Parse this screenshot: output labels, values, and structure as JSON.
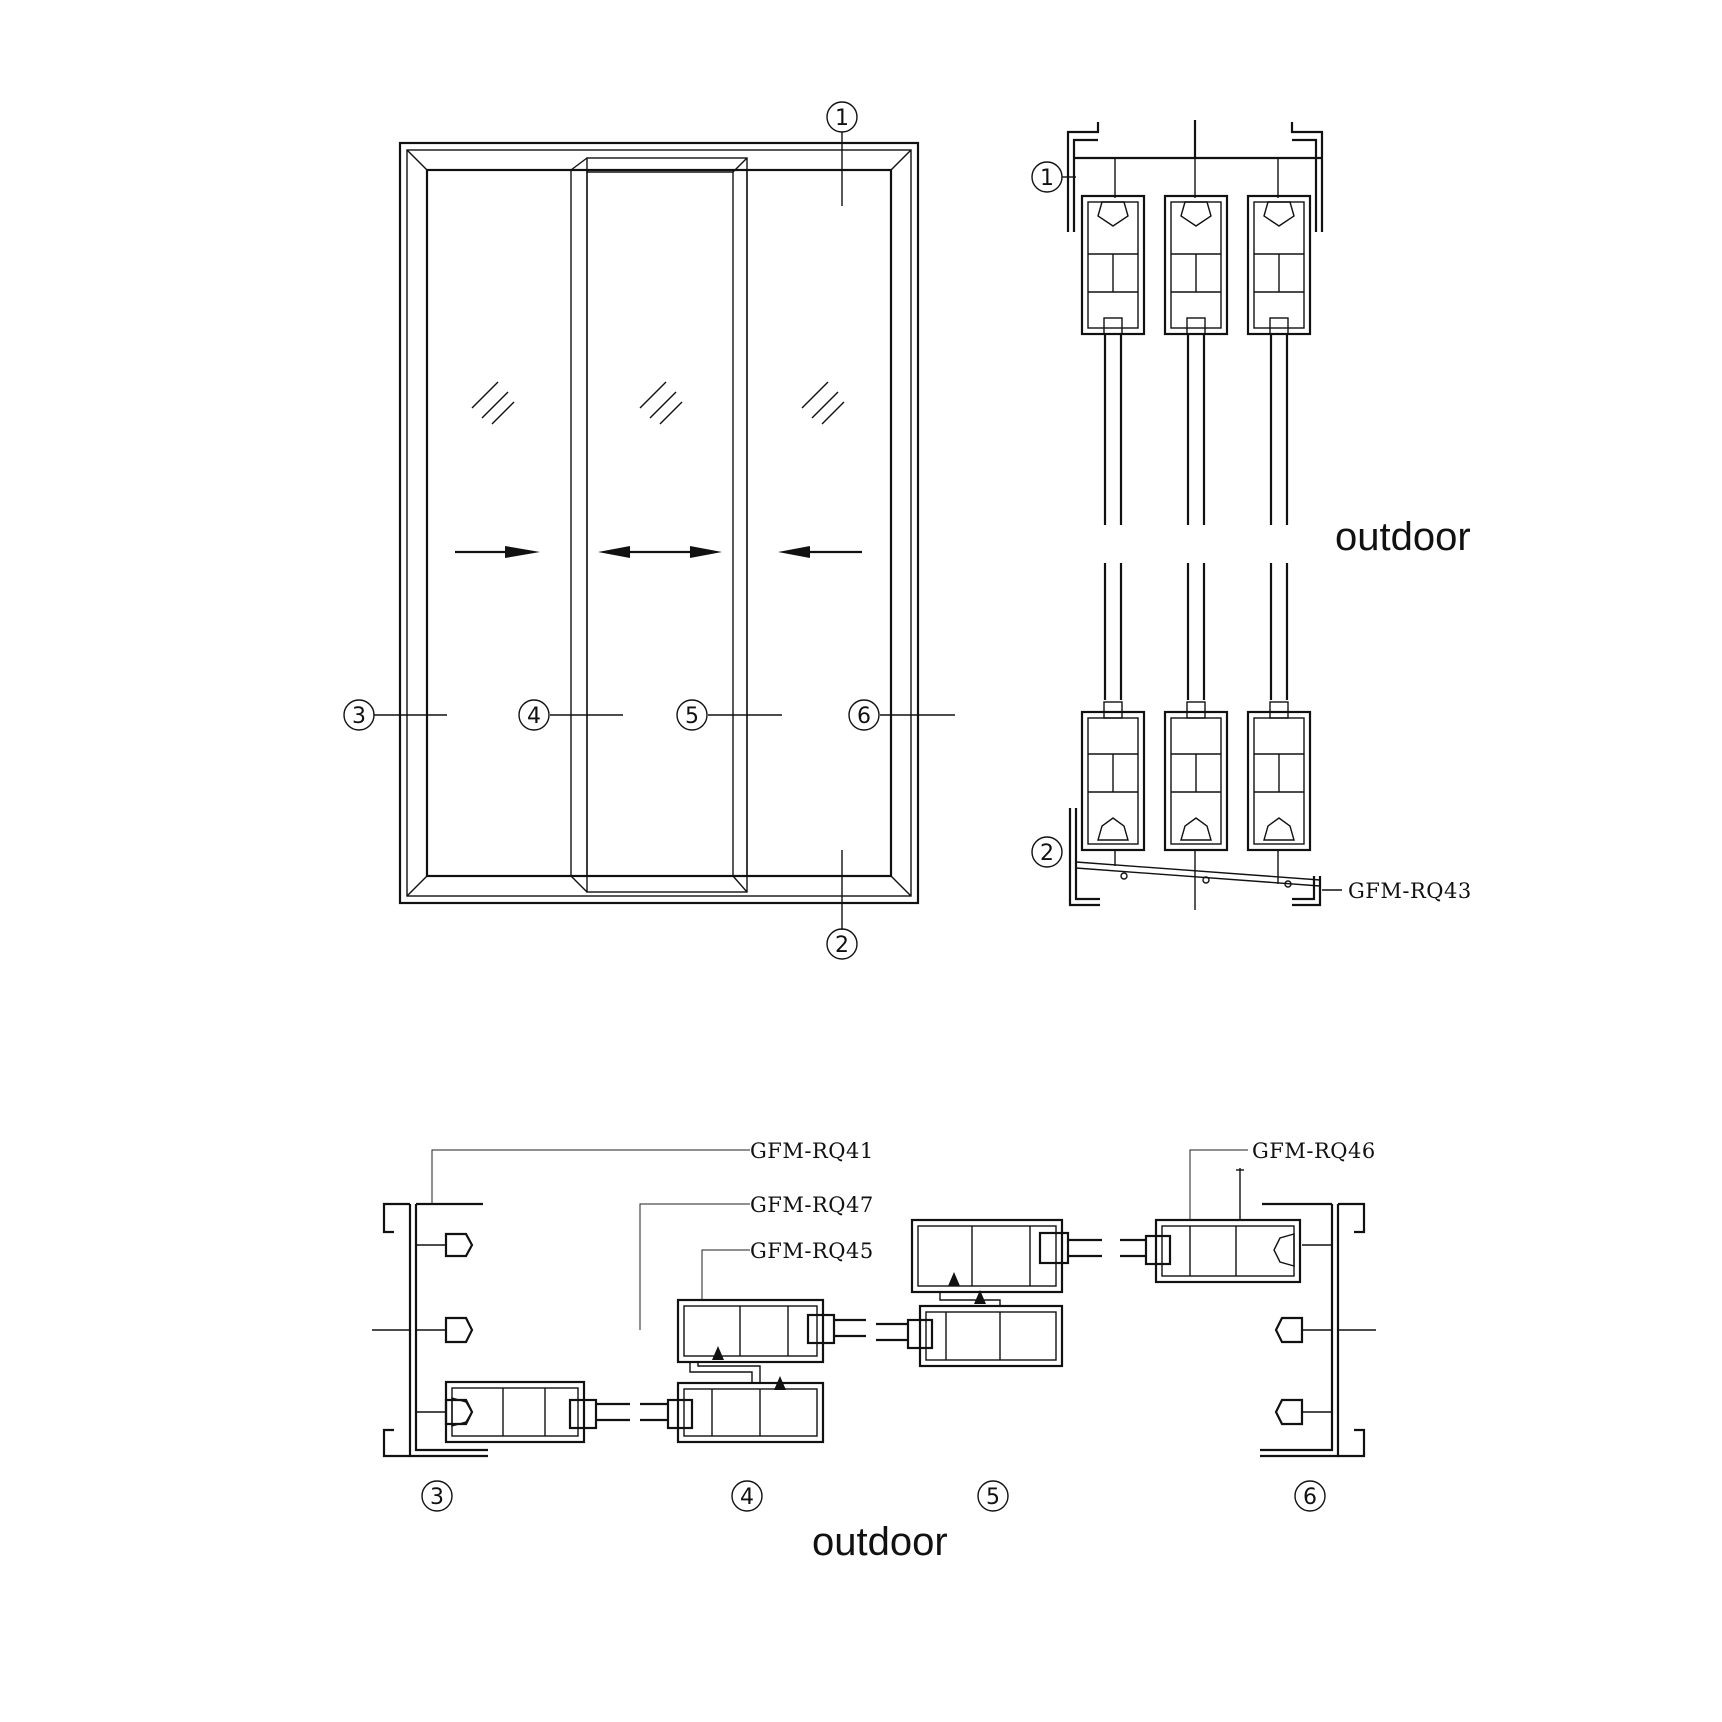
{
  "callouts": {
    "c1": "1",
    "c2": "2",
    "c3": "3",
    "c4": "4",
    "c5": "5",
    "c6": "6"
  },
  "labels": {
    "outdoor_right": "outdoor",
    "outdoor_bottom": "outdoor"
  },
  "parts": {
    "rq41": "GFM-RQ41",
    "rq43": "GFM-RQ43",
    "rq45": "GFM-RQ45",
    "rq46": "GFM-RQ46",
    "rq47": "GFM-RQ47"
  }
}
